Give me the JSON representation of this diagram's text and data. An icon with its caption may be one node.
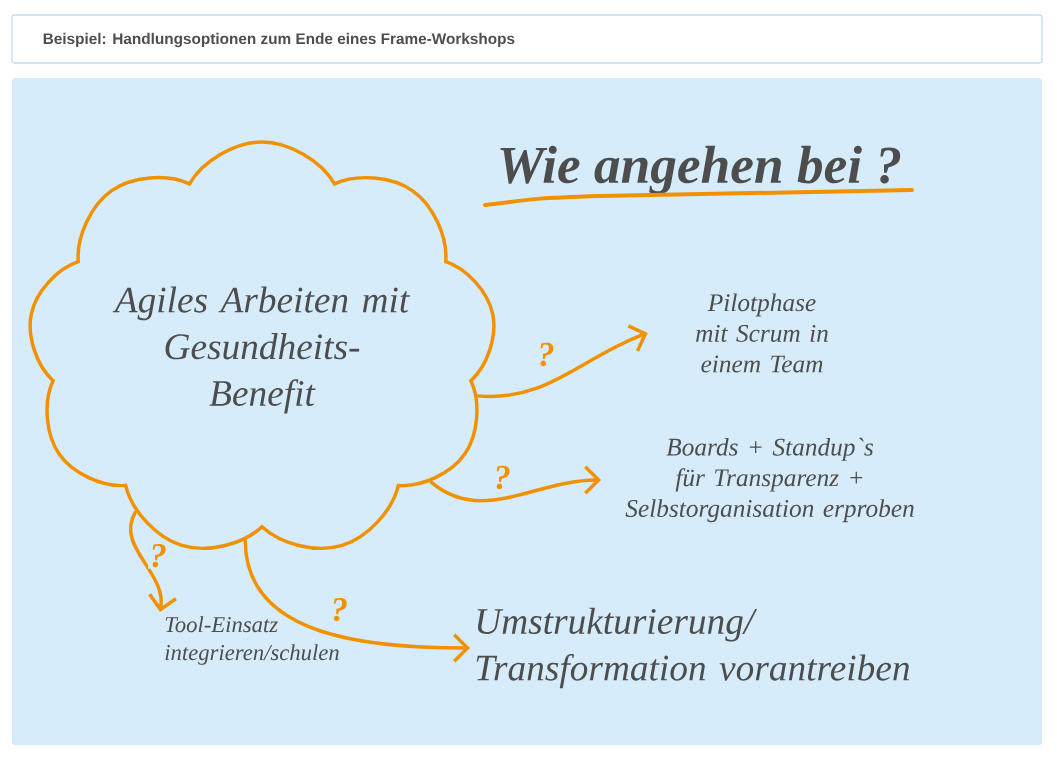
{
  "diagram": {
    "title": "Beispiel: Handlungsoptionen zum Ende eines Frame-Workshops",
    "nodes": [
      {
        "text": [
          "Agiles Arbeiten mit Gesundheits-Benefit"
        ]
      },
      {
        "text": [
          "Pilotphase mit Scrum in einem Team"
        ]
      },
      {
        "text": [
          "Boards + Standup`s für Transparenz + Selbstorganisation erproben"
        ]
      },
      {
        "text": [
          "Tool-Einsatz integrieren/schulen"
        ]
      },
      {
        "text": [
          "Umstrukturierung/ Transformation vorantreiben"
        ]
      }
    ],
    "edges": [
      {
        "from": 0,
        "to": 1,
        "arrow": "to",
        "label": "?"
      },
      {
        "from": 0,
        "to": 2,
        "arrow": "to",
        "label": "?"
      },
      {
        "from": 0,
        "to": 3,
        "arrow": "to",
        "label": "?"
      },
      {
        "from": 0,
        "to": 4,
        "arrow": "to",
        "label": "?"
      }
    ],
    "labels": [
      "Wie angehen bei ?"
    ]
  }
}
